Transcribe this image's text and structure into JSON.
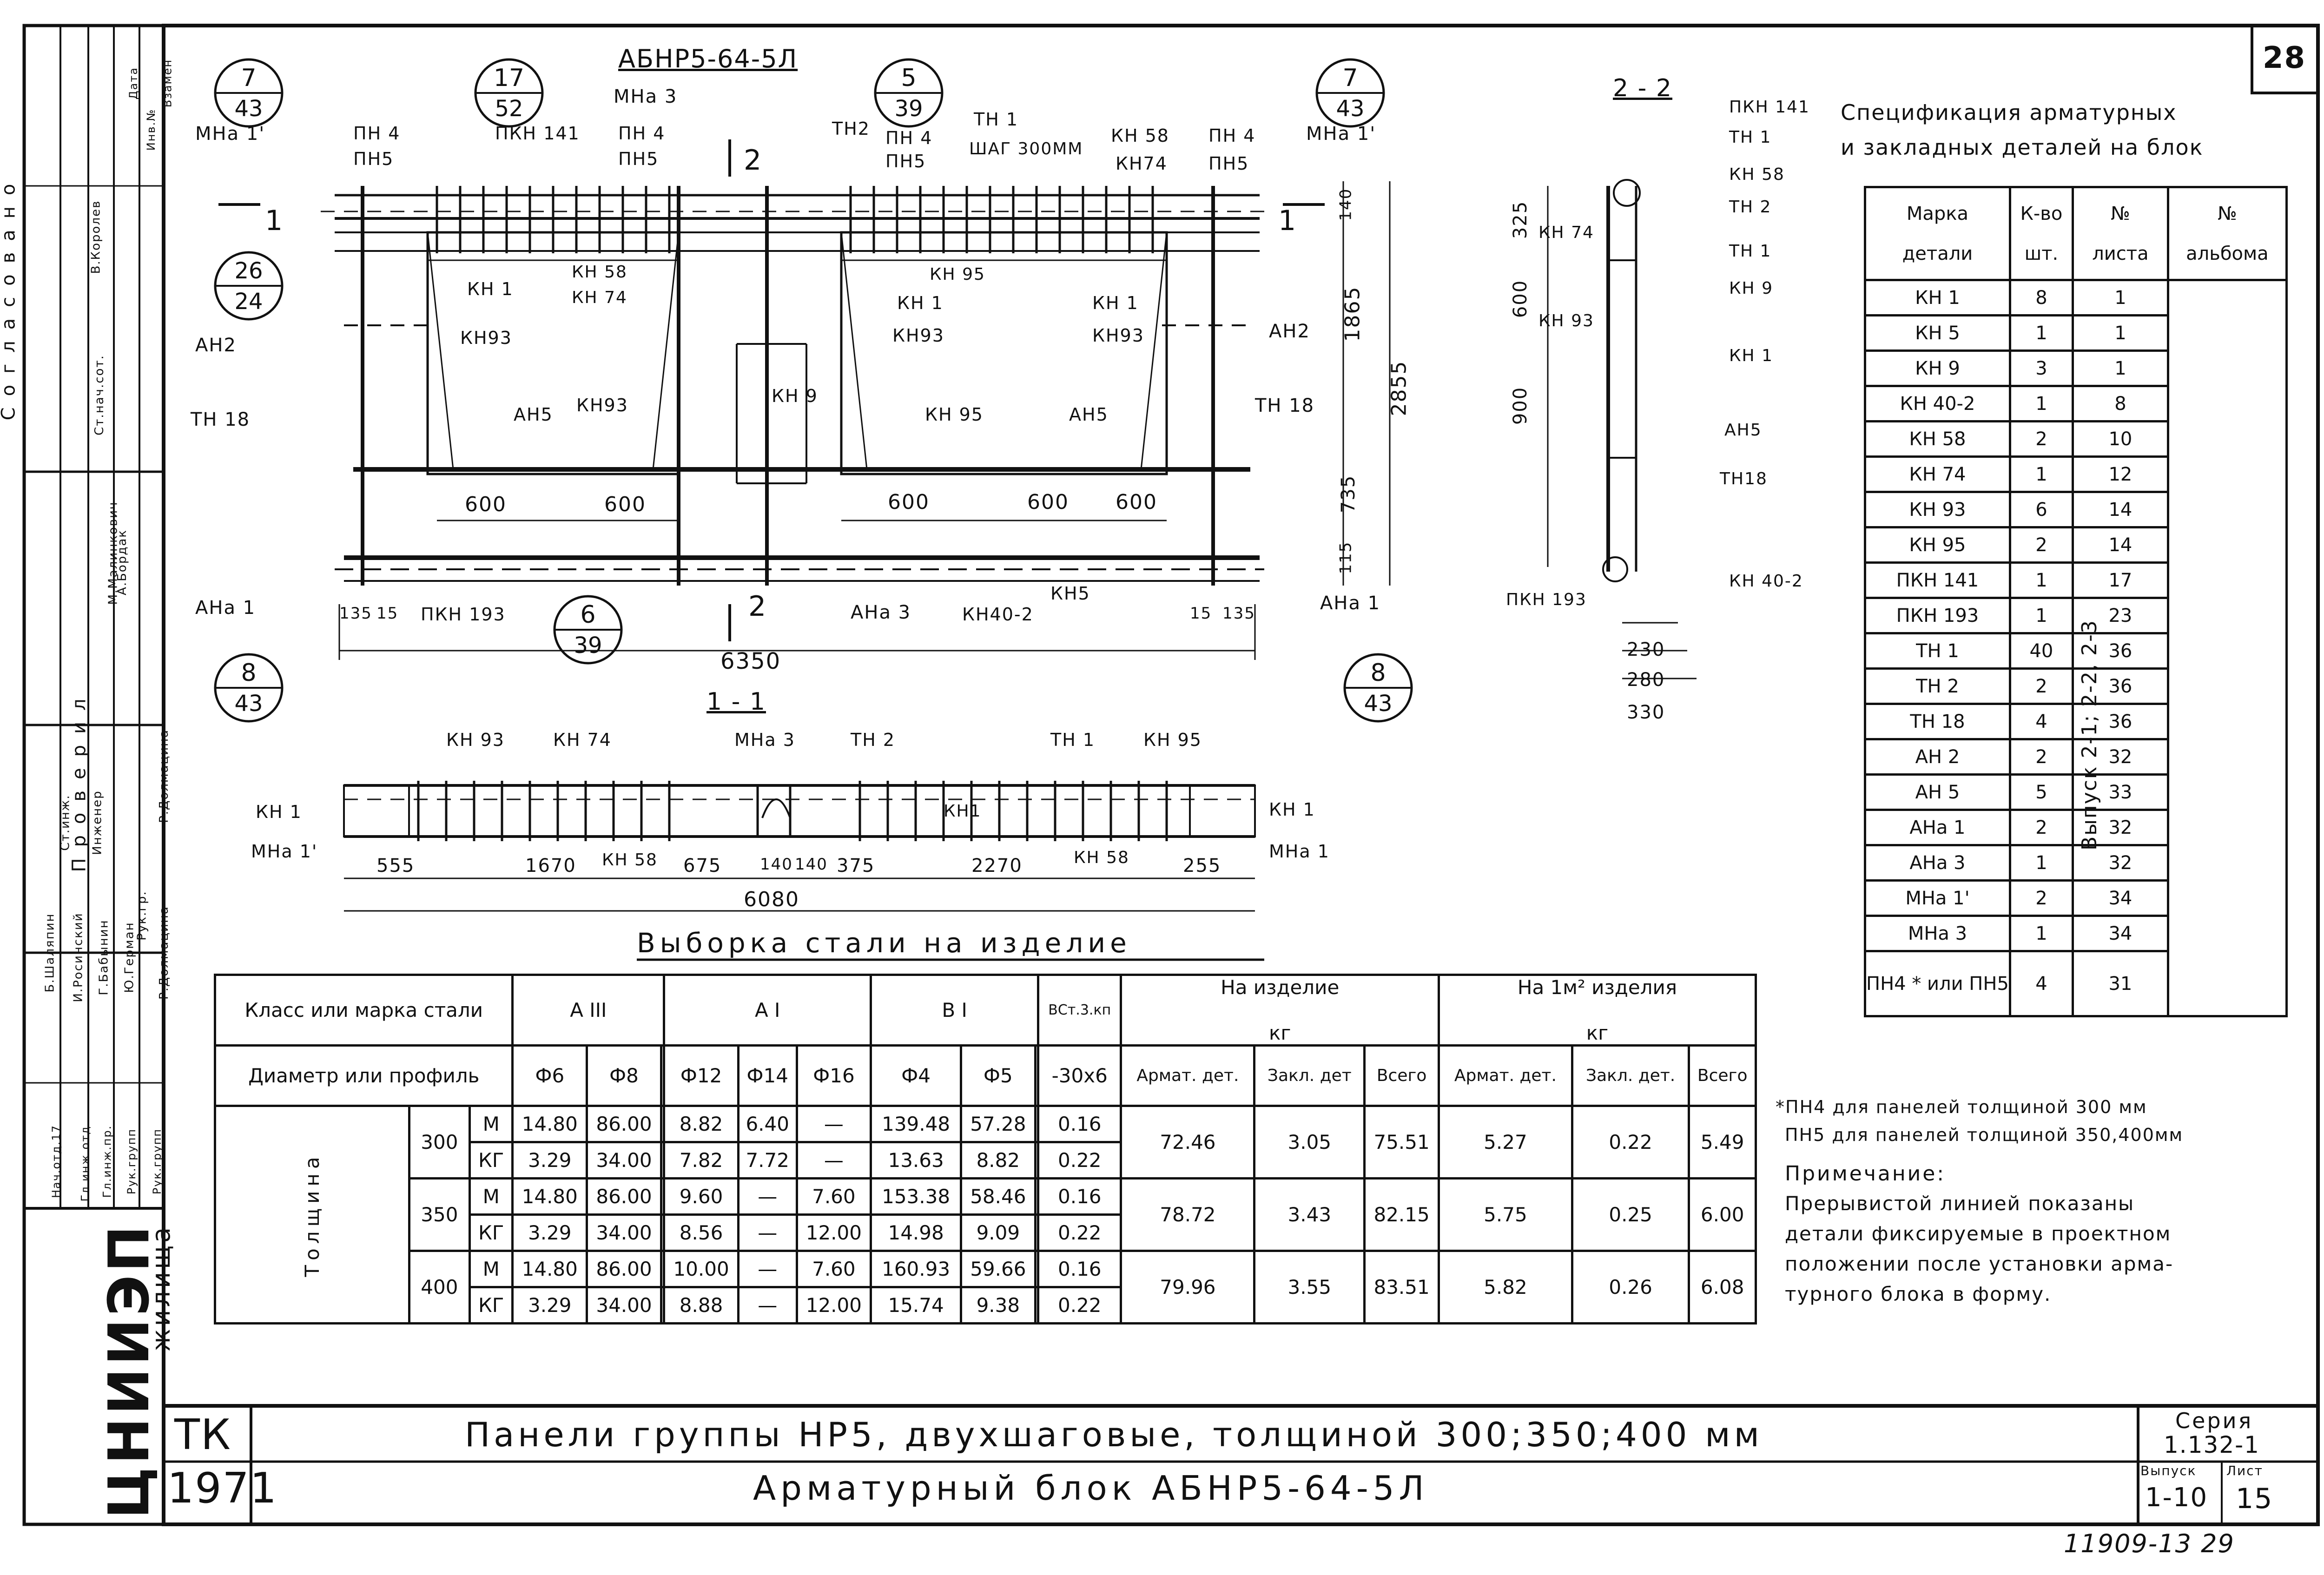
{
  "sheet": {
    "number": "28",
    "bottom_code": "11909-13  29",
    "tk": "ТК",
    "year": "1971",
    "title_line1": "Панели группы НР5, двухшаговые, толщиной 300;350;400 мм",
    "title_line2": "Арматурный блок АБНР5-64-5Л",
    "series_label": "Серия",
    "series_value": "1.132-1",
    "issue_label": "Выпуск",
    "issue_value": "1-10",
    "list_label": "Лист",
    "list_value": "15",
    "org_logo": "ЦНИИЭП",
    "org_sub": "жилища"
  },
  "stamp": {
    "roles": [
      "Нач.отд.17",
      "Гл.инж.отд.",
      "Гл.инж.пр.",
      "Рук.групп",
      "Рук.групп"
    ],
    "names": [
      "Б.Шаляпин",
      "И.Росинский",
      "Г.Бабынин",
      "Ю.Герман",
      "Р.Долмацина"
    ],
    "roles2": [
      "Ст.инж.",
      "Инженер",
      "Рук.гр."
    ],
    "names2": [
      "М.Малинкович",
      "А.Бордак",
      "Р.Долмацина"
    ],
    "col_headers": [
      "Дата",
      "Инв.№",
      "Взамен"
    ],
    "agreed_label": "Согласовано",
    "checked_label": "Проверил",
    "agreed_role": "Ст.нач.сот.",
    "agreed_name": "В.Королев"
  },
  "drawing": {
    "main_title": "АБНР5-64-5Л",
    "section_1_1": "1 - 1",
    "section_2_2": "2 - 2",
    "callouts": [
      {
        "top": "7",
        "bottom": "43"
      },
      {
        "top": "17",
        "bottom": "52"
      },
      {
        "top": "5",
        "bottom": "39"
      },
      {
        "top": "7",
        "bottom": "43"
      },
      {
        "top": "26",
        "bottom": "24"
      },
      {
        "top": "6",
        "bottom": "39"
      },
      {
        "top": "8",
        "bottom": "43"
      },
      {
        "top": "8",
        "bottom": "43"
      }
    ],
    "labels": {
      "mna1p": "МНа 1'",
      "pn4": "ПН 4",
      "pn5": "ПН5",
      "pkn141": "ПКН 141",
      "mna3": "МНа 3",
      "tn2": "ТН2",
      "tn1": "ТН 1",
      "step": "ШАГ 300ММ",
      "kn58": "КН 58",
      "kn74": "КН74",
      "kn1": "КН 1",
      "kn93": "КН93",
      "kn95": "КН 95",
      "kn9": "КН 9",
      "ah2": "АН2",
      "ah5": "АН5",
      "tn18": "ТН 18",
      "ana1": "АНа 1",
      "ana3": "АНа 3",
      "pkn193": "ПКН 193",
      "kn40_2": "КН40-2",
      "kn5": "КН5",
      "kn74b": "КН 74",
      "kn58b": "КН 58"
    },
    "dims": {
      "d600": "600",
      "d6350": "6350",
      "d135": "135",
      "d15": "15",
      "d140": "140",
      "d1865": "1865",
      "d2855": "2855",
      "d735": "735",
      "d115": "115",
      "d325": "325",
      "d600v": "600",
      "d900": "900",
      "d230": "230",
      "d280": "280",
      "d330": "330",
      "s555": "555",
      "s1670": "1670",
      "s675": "675",
      "s140a": "140",
      "s140b": "140",
      "s375": "375",
      "s2270": "2270",
      "s255": "255",
      "s6080": "6080"
    },
    "sec22_labels": [
      "ПКН 141",
      "ТН 1",
      "КН 58",
      "ТН 2",
      "ТН 1",
      "КН 9",
      "КН 1",
      "АН5",
      "ТН18",
      "КН 40-2",
      "ПКН 193",
      "КН 74",
      "КН 93"
    ],
    "sec11_labels": [
      "КН 93",
      "КН 74",
      "МНа 3",
      "ТН 2",
      "ТН 1",
      "КН 95",
      "КН 1",
      "МНа 1'",
      "КН 58",
      "КН1",
      "КН 58",
      "КН 1",
      "МНа 1"
    ]
  },
  "spec": {
    "title_line1": "Спецификация арматурных",
    "title_line2": "и закладных деталей на блок",
    "headers": [
      [
        "Марка",
        "детали"
      ],
      [
        "К-во",
        "шт."
      ],
      [
        "№",
        "листа"
      ],
      [
        "№",
        "альбома"
      ]
    ],
    "rows": [
      [
        "КН 1",
        "8",
        "1"
      ],
      [
        "КН 5",
        "1",
        "1"
      ],
      [
        "КН 9",
        "3",
        "1"
      ],
      [
        "КН 40-2",
        "1",
        "8"
      ],
      [
        "КН 58",
        "2",
        "10"
      ],
      [
        "КН 74",
        "1",
        "12"
      ],
      [
        "КН 93",
        "6",
        "14"
      ],
      [
        "КН 95",
        "2",
        "14"
      ],
      [
        "ПКН 141",
        "1",
        "17"
      ],
      [
        "ПКН 193",
        "1",
        "23"
      ],
      [
        "ТН 1",
        "40",
        "36"
      ],
      [
        "ТН 2",
        "2",
        "36"
      ],
      [
        "ТН 18",
        "4",
        "36"
      ],
      [
        "АН 2",
        "2",
        "32"
      ],
      [
        "АН 5",
        "5",
        "33"
      ],
      [
        "АНа 1",
        "2",
        "32"
      ],
      [
        "АНа 3",
        "1",
        "32"
      ],
      [
        "МНа 1'",
        "2",
        "34"
      ],
      [
        "МНа 3",
        "1",
        "34"
      ],
      [
        "ПН4 * или ПН5",
        "4",
        "31"
      ]
    ],
    "album": "Выпуск 2-1; 2-2, 2-3"
  },
  "footnote": {
    "line1": "*ПН4 для панелей толщиной 300 мм",
    "line2": "ПН5 для панелей толщиной 350,400мм",
    "note_title": "Примечание:",
    "note_lines": [
      "Прерывистой линией показаны",
      "детали фиксируемые в проектном",
      "положении после установки арма-",
      "турного блока в форму."
    ]
  },
  "steel": {
    "title": "Выборка стали на изделие",
    "class_label": "Класс или марка стали",
    "diam_label": "Диаметр или профиль",
    "thickness_label": "Толщина",
    "groups": [
      "А III",
      "А I",
      "В I",
      "ВСт.3.кп"
    ],
    "per_item": "На изделие",
    "per_m2": "На 1м² изделия",
    "kg": "кг",
    "diams": [
      "Ф6",
      "Ф8",
      "Ф12",
      "Ф14",
      "Ф16",
      "Ф4",
      "Ф5",
      "-30х6"
    ],
    "sub_headers": [
      "Армат. дет.",
      "Закл. дет",
      "Всего",
      "Армат. дет.",
      "Закл. дет.",
      "Всего"
    ],
    "rows": [
      {
        "t": "300",
        "u": "М",
        "v": [
          "14.80",
          "86.00",
          "8.82",
          "6.40",
          "—",
          "139.48",
          "57.28",
          "0.16"
        ]
      },
      {
        "t": "",
        "u": "КГ",
        "v": [
          "3.29",
          "34.00",
          "7.82",
          "7.72",
          "—",
          "13.63",
          "8.82",
          "0.22"
        ]
      },
      {
        "t": "350",
        "u": "М",
        "v": [
          "14.80",
          "86.00",
          "9.60",
          "—",
          "7.60",
          "153.38",
          "58.46",
          "0.16"
        ]
      },
      {
        "t": "",
        "u": "КГ",
        "v": [
          "3.29",
          "34.00",
          "8.56",
          "—",
          "12.00",
          "14.98",
          "9.09",
          "0.22"
        ]
      },
      {
        "t": "400",
        "u": "М",
        "v": [
          "14.80",
          "86.00",
          "10.00",
          "—",
          "7.60",
          "160.93",
          "59.66",
          "0.16"
        ]
      },
      {
        "t": "",
        "u": "КГ",
        "v": [
          "3.29",
          "34.00",
          "8.88",
          "—",
          "12.00",
          "15.74",
          "9.38",
          "0.22"
        ]
      }
    ],
    "totals": [
      [
        "72.46",
        "3.05",
        "75.51",
        "5.27",
        "0.22",
        "5.49"
      ],
      [
        "78.72",
        "3.43",
        "82.15",
        "5.75",
        "0.25",
        "6.00"
      ],
      [
        "79.96",
        "3.55",
        "83.51",
        "5.82",
        "0.26",
        "6.08"
      ]
    ]
  }
}
